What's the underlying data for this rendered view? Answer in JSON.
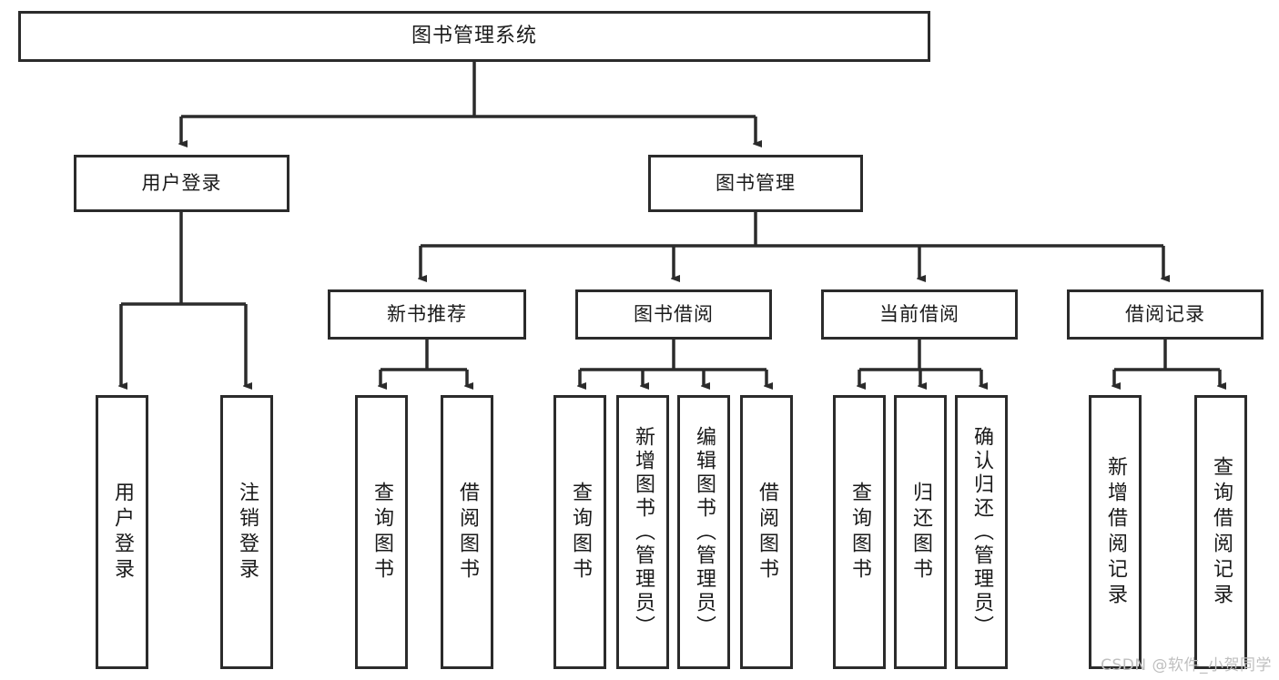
{
  "diagram": {
    "type": "tree-hierarchy-diagram",
    "title": "图书管理系统",
    "colors": {
      "stroke": "#2b2b2b",
      "fill": "#ffffff",
      "text": "#1a1a1a",
      "watermark": "#bfbfbf"
    },
    "root": {
      "label": "图书管理系统"
    },
    "level1": [
      {
        "label": "用户登录"
      },
      {
        "label": "图书管理"
      }
    ],
    "level2": [
      {
        "label": "新书推荐"
      },
      {
        "label": "图书借阅"
      },
      {
        "label": "当前借阅"
      },
      {
        "label": "借阅记录"
      }
    ],
    "leaves": {
      "user_login": [
        {
          "label": "用户登录"
        },
        {
          "label": "注销登录"
        }
      ],
      "new_book_recommend": [
        {
          "label": "查询图书"
        },
        {
          "label": "借阅图书"
        }
      ],
      "book_borrow": [
        {
          "label": "查询图书"
        },
        {
          "label": "新增图书（管理员）"
        },
        {
          "label": "编辑图书（管理员）"
        },
        {
          "label": "借阅图书"
        }
      ],
      "current_borrow": [
        {
          "label": "查询图书"
        },
        {
          "label": "归还图书"
        },
        {
          "label": "确认归还（管理员）"
        }
      ],
      "borrow_record": [
        {
          "label": "新增借阅记录"
        },
        {
          "label": "查询借阅记录"
        }
      ]
    },
    "watermark": "CSDN @软件_小贺同学"
  }
}
